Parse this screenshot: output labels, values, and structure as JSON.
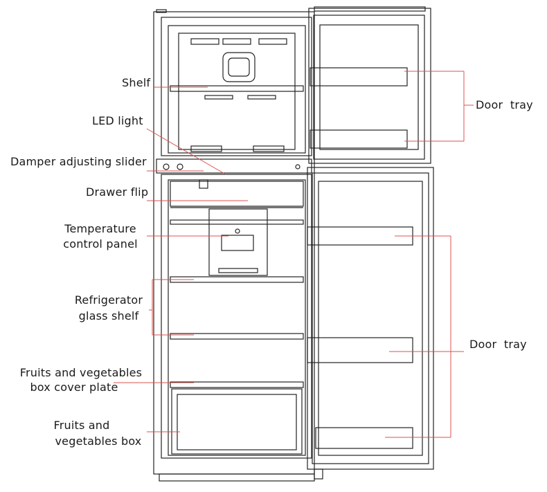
{
  "diagram": {
    "labels": {
      "shelf": "Shelf",
      "led_light": "LED light",
      "damper_slider": "Damper adjusting slider",
      "drawer_flip": "Drawer flip",
      "temp_panel_1": "Temperature",
      "temp_panel_2": "control panel",
      "glass_shelf_1": "Refrigerator",
      "glass_shelf_2": "glass shelf",
      "cover_plate_1": "Fruits and vegetables",
      "cover_plate_2": "box cover plate",
      "veg_box_1": "Fruits and",
      "veg_box_2": "vegetables box",
      "door_tray_top": "Door  tray",
      "door_tray_bottom": "Door  tray"
    },
    "colors": {
      "leader_line": "#d9534f",
      "outline": "#222222",
      "text": "#1a1a1a"
    }
  }
}
